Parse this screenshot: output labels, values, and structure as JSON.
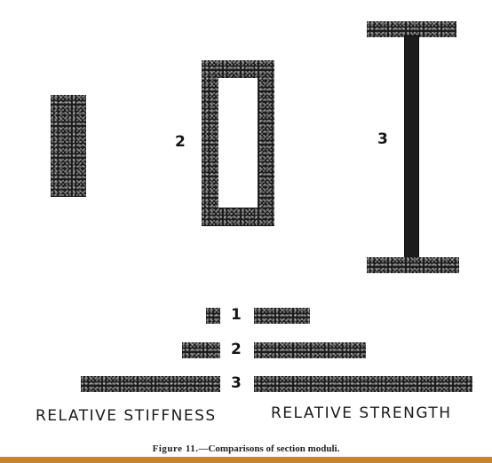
{
  "figure": {
    "caption_lead": "Figure 11.",
    "caption_text": "—Comparisons of section moduli."
  },
  "sections": [
    {
      "number": "",
      "shape": "solid-rectangle"
    },
    {
      "number": "2",
      "shape": "hollow-rectangle"
    },
    {
      "number": "3",
      "shape": "i-beam"
    }
  ],
  "comparison": {
    "rows": [
      {
        "number": "1",
        "stiffness": 1,
        "strength": 1
      },
      {
        "number": "2",
        "stiffness": 2.7,
        "strength": 2.0
      },
      {
        "number": "3",
        "stiffness": 9.8,
        "strength": 3.9
      }
    ],
    "stiffness_label": "RELATIVE STIFFNESS",
    "strength_label": "RELATIVE STRENGTH"
  },
  "colors": {
    "ink": "#1c1c1c",
    "bottom_rule": "#c9822e"
  }
}
